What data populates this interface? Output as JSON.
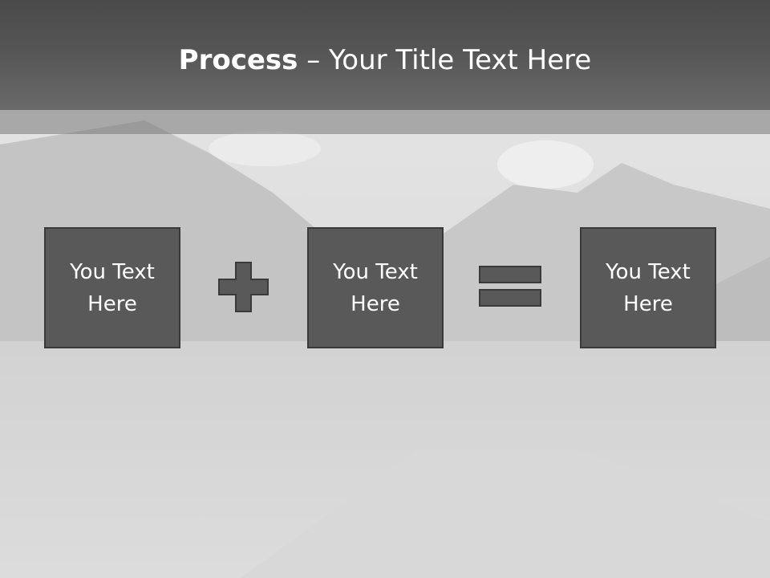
{
  "slide": {
    "title_bold": "Process",
    "title_dash": " – ",
    "title_rest": "Your Title Text Here"
  },
  "process": {
    "boxes": [
      {
        "line1": "You Text",
        "line2": "Here"
      },
      {
        "line1": "You Text",
        "line2": "Here"
      },
      {
        "line1": "You Text",
        "line2": "Here"
      }
    ],
    "operators": [
      "plus-icon",
      "equals-icon"
    ]
  },
  "colors": {
    "header": "#555555",
    "box_fill": "#595959",
    "box_border": "#3a3a3a",
    "text": "#ffffff"
  }
}
